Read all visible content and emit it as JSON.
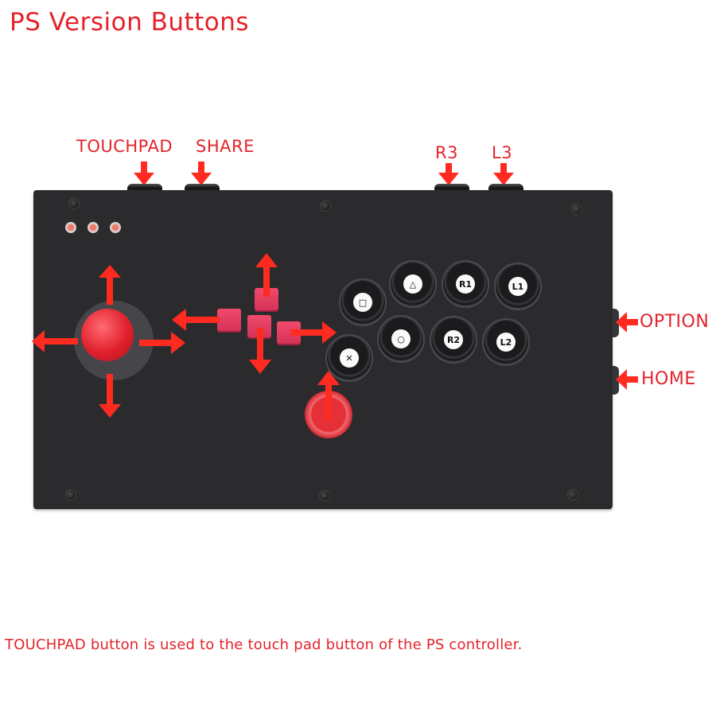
{
  "page": {
    "title": "PS Version Buttons",
    "footnote": "TOUCHPAD button is used to the touch pad button of the PS controller."
  },
  "top_labels": [
    {
      "id": "touchpad",
      "label": "TOUCHPAD"
    },
    {
      "id": "share",
      "label": "SHARE"
    },
    {
      "id": "r3",
      "label": "R3"
    },
    {
      "id": "l3",
      "label": "L3"
    }
  ],
  "side_labels": [
    {
      "id": "option",
      "label": "OPTION"
    },
    {
      "id": "home",
      "label": "HOME"
    }
  ],
  "face_buttons": {
    "top_row": [
      {
        "id": "triangle",
        "glyph": "△"
      },
      {
        "id": "r1",
        "glyph": "R1"
      },
      {
        "id": "l1",
        "glyph": "L1"
      }
    ],
    "middle_row": [
      {
        "id": "square",
        "glyph": "□"
      },
      {
        "id": "circle",
        "glyph": "○"
      },
      {
        "id": "r2",
        "glyph": "R2"
      },
      {
        "id": "l2",
        "glyph": "L2"
      }
    ],
    "bottom": [
      {
        "id": "cross",
        "glyph": "✕"
      }
    ]
  },
  "colors": {
    "accent": "#e4232a",
    "board": "#2b2b2e",
    "keycap": "#e23a5f",
    "joystick_ball": "#e0202d"
  }
}
